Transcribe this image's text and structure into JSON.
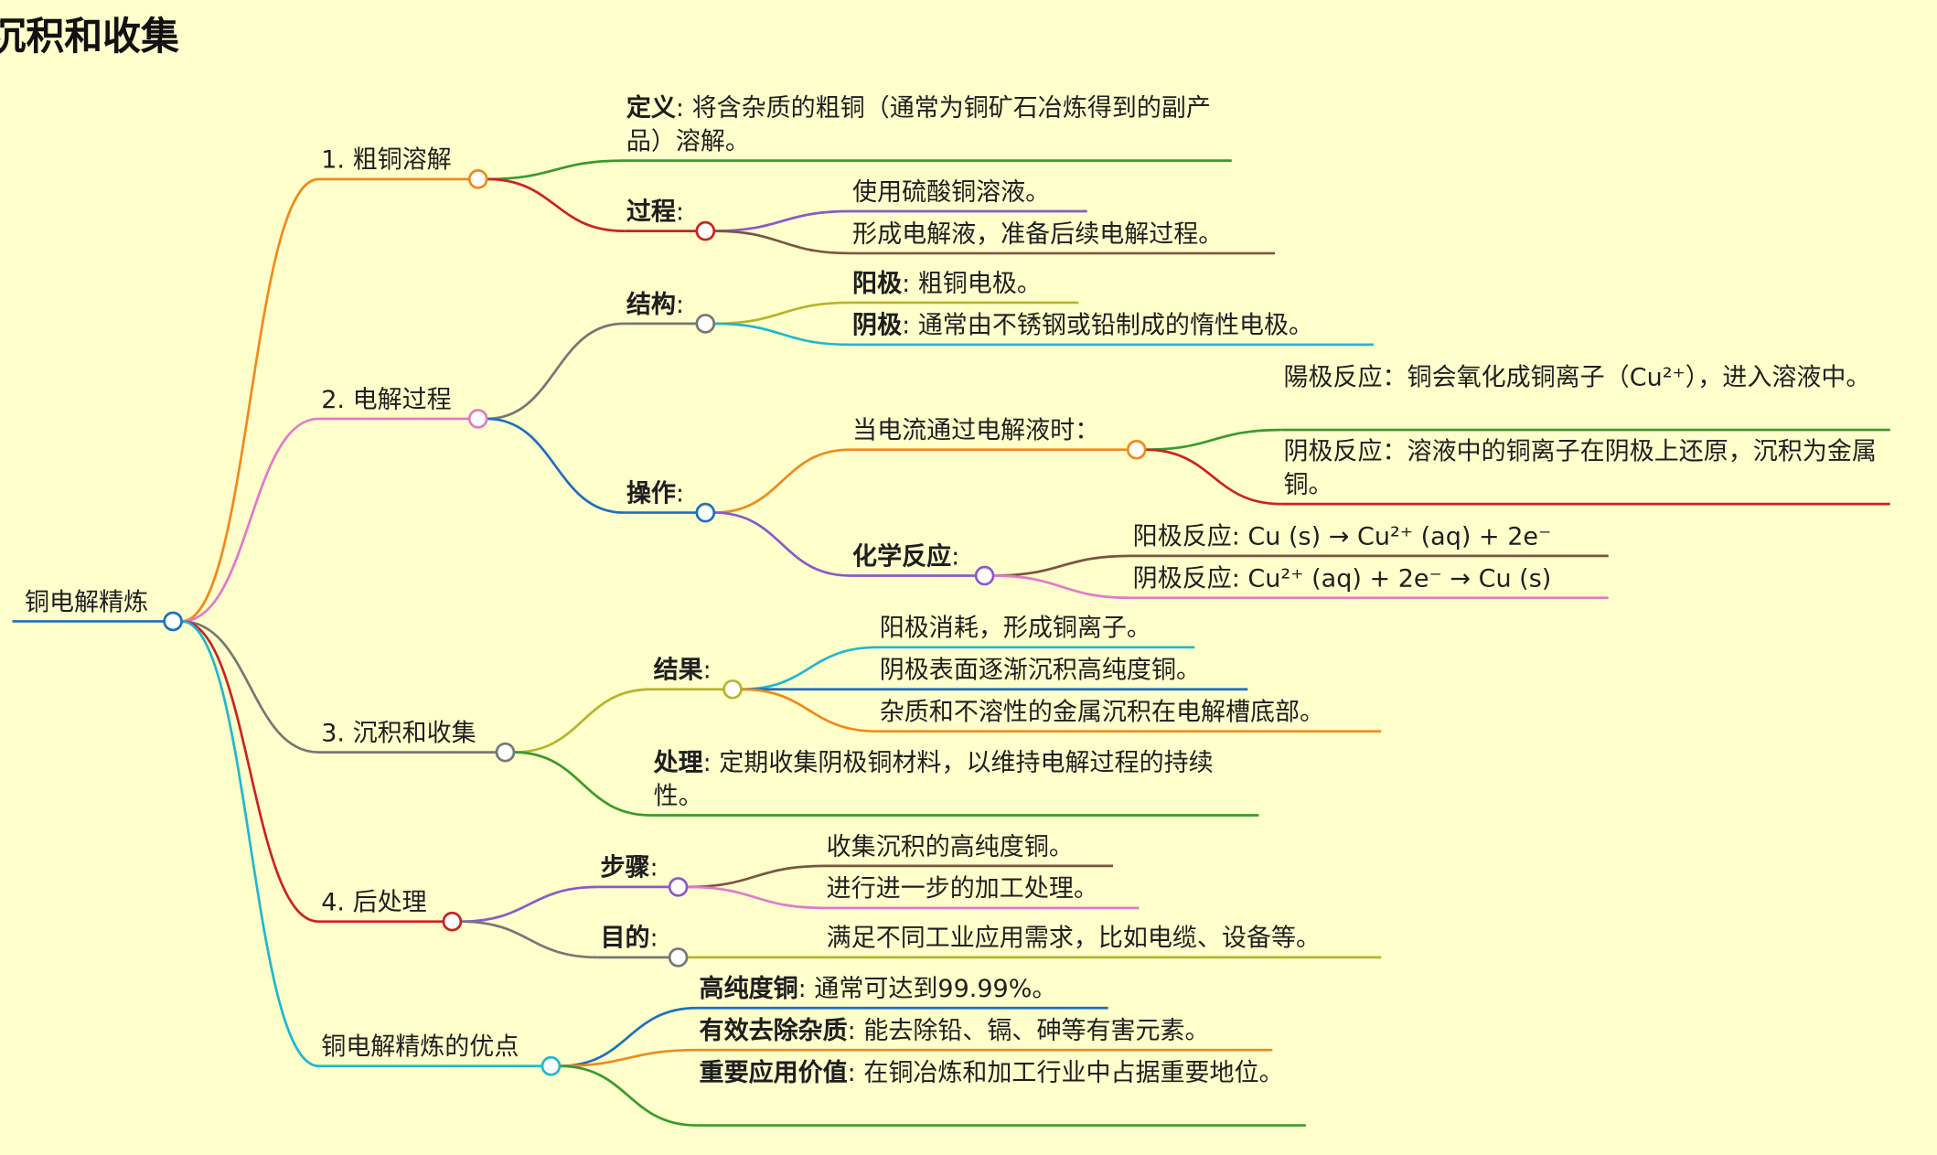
{
  "title": "沉积和收集",
  "root": "铜电解精炼",
  "branches": [
    {
      "label": "1. 粗铜溶解",
      "color": "#f08a1c",
      "children": [
        {
          "key": "定义",
          "text": ": 将含杂质的粗铜（通常为铜矿石冶炼得到的副产品）溶解。",
          "color": "#3a9a2c"
        },
        {
          "key": "过程",
          "text": ":",
          "color": "#cc2222",
          "children": [
            {
              "text": "使用硫酸铜溶液。",
              "color": "#8a5ac8"
            },
            {
              "text": "形成电解液，准备后续电解过程。",
              "color": "#7a5540"
            }
          ]
        }
      ]
    },
    {
      "label": "2. 电解过程",
      "color": "#e27ac8",
      "children": [
        {
          "key": "结构",
          "text": ":",
          "color": "#777777",
          "children": [
            {
              "key": "阳极",
              "text": ": 粗铜电极。",
              "color": "#b8b42a"
            },
            {
              "key": "阴极",
              "text": ": 通常由不锈钢或铅制成的惰性电极。",
              "color": "#20b8cc"
            }
          ]
        },
        {
          "key": "操作",
          "text": ":",
          "color": "#1f6fbf",
          "children": [
            {
              "text": "当电流通过电解液时：",
              "color": "#f08a1c",
              "children": [
                {
                  "text": "陽极反应：铜会氧化成铜离子（Cu²⁺），进入溶液中。",
                  "color": "#3a9a2c"
                },
                {
                  "text": "阴极反应：溶液中的铜离子在阴极上还原，沉积为金属铜。",
                  "color": "#cc2222"
                }
              ]
            },
            {
              "key": "化学反应",
              "text": ":",
              "color": "#8a5ac8",
              "children": [
                {
                  "text": "阳极反应: Cu (s) → Cu²⁺ (aq) + 2e⁻",
                  "color": "#7a5540"
                },
                {
                  "text": "阴极反应: Cu²⁺ (aq) + 2e⁻ → Cu (s)",
                  "color": "#e27ac8"
                }
              ]
            }
          ]
        }
      ]
    },
    {
      "label": "3. 沉积和收集",
      "color": "#777777",
      "children": [
        {
          "key": "结果",
          "text": ":",
          "color": "#b8b42a",
          "children": [
            {
              "text": "阳极消耗，形成铜离子。",
              "color": "#20b8cc"
            },
            {
              "text": "阴极表面逐渐沉积高纯度铜。",
              "color": "#1f6fbf"
            },
            {
              "text": "杂质和不溶性的金属沉积在电解槽底部。",
              "color": "#f08a1c"
            }
          ]
        },
        {
          "key": "处理",
          "text": ": 定期收集阴极铜材料，以维持电解过程的持续性。",
          "color": "#3a9a2c"
        }
      ]
    },
    {
      "label": "4. 后处理",
      "color": "#cc2222",
      "children": [
        {
          "key": "步骤",
          "text": ":",
          "color": "#8a5ac8",
          "children": [
            {
              "text": "收集沉积的高纯度铜。",
              "color": "#7a5540"
            },
            {
              "text": "进行进一步的加工处理。",
              "color": "#e27ac8"
            }
          ]
        },
        {
          "key": "目的",
          "text": ":",
          "color": "#777777",
          "children": [
            {
              "text": "满足不同工业应用需求，比如电缆、设备等。",
              "color": "#b8b42a"
            }
          ]
        }
      ]
    },
    {
      "label": "铜电解精炼的优点",
      "color": "#20b8cc",
      "children": [
        {
          "key": "高纯度铜",
          "text": ": 通常可达到99.99%。",
          "color": "#1f6fbf"
        },
        {
          "key": "有效去除杂质",
          "text": ": 能去除铅、镉、砷等有害元素。",
          "color": "#f08a1c"
        },
        {
          "key": "重要应用价值",
          "text": ": 在铜冶炼和加工行业中占据重要地位。",
          "color": "#3a9a2c"
        }
      ]
    }
  ]
}
